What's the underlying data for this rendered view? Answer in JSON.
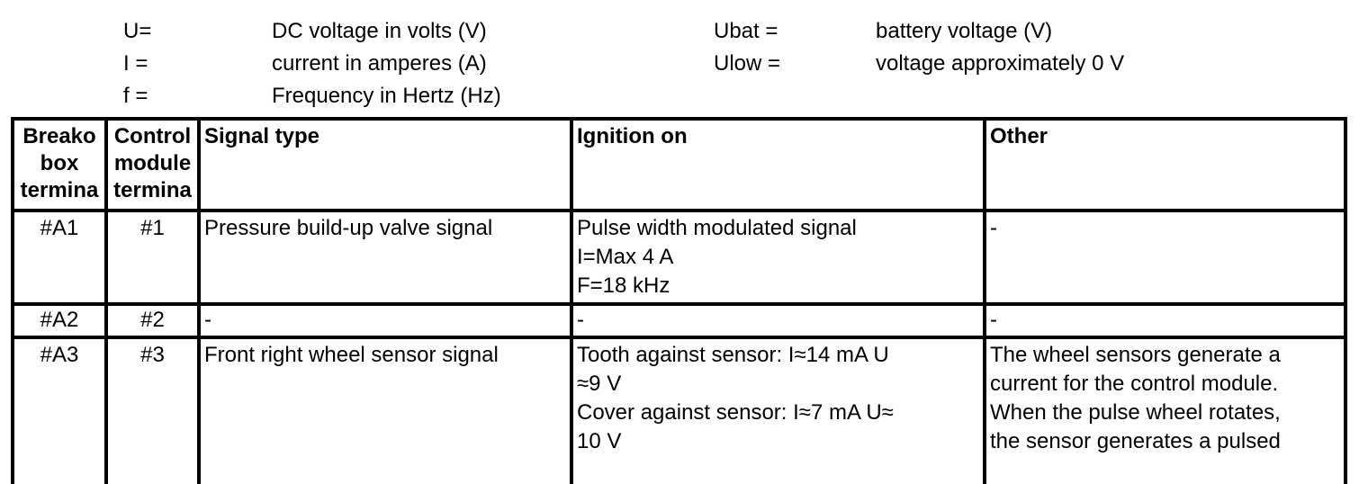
{
  "legend": {
    "left": [
      {
        "symbol": "U=",
        "meaning": "DC voltage in volts (V)"
      },
      {
        "symbol": "I =",
        "meaning": "current in amperes (A)"
      },
      {
        "symbol": "f =",
        "meaning": "Frequency in Hertz (Hz)"
      }
    ],
    "right": [
      {
        "symbol": "Ubat =",
        "meaning": "battery voltage (V)"
      },
      {
        "symbol": "Ulow =",
        "meaning": "voltage approximately 0 V"
      }
    ]
  },
  "table": {
    "headers": {
      "breakout_line1": "Breako",
      "breakout_line2": "box",
      "breakout_line3": "termina",
      "control_line1": "Control",
      "control_line2": "module",
      "control_line3": "termina",
      "signal_type": "Signal type",
      "ignition_on": "Ignition on",
      "other": "Other"
    },
    "rows": [
      {
        "breakout": "#A1",
        "control": "#1",
        "signal_type": "Pressure build-up valve signal",
        "ignition_on": [
          "Pulse width modulated signal",
          "I=Max 4 A",
          "F=18 kHz"
        ],
        "other": [
          "-"
        ]
      },
      {
        "breakout": "#A2",
        "control": "#2",
        "signal_type": "-",
        "ignition_on": [
          "-"
        ],
        "other": [
          "-"
        ]
      },
      {
        "breakout": "#A3",
        "control": "#3",
        "signal_type": "Front right wheel sensor signal",
        "ignition_on": [
          "Tooth against sensor: I≈14 mA U",
          "≈9 V",
          "Cover against sensor: I≈7 mA U≈",
          "10 V"
        ],
        "other": [
          "The wheel sensors generate a",
          "current for the control module.",
          "When the pulse wheel rotates,",
          "the sensor generates a pulsed"
        ]
      }
    ]
  }
}
